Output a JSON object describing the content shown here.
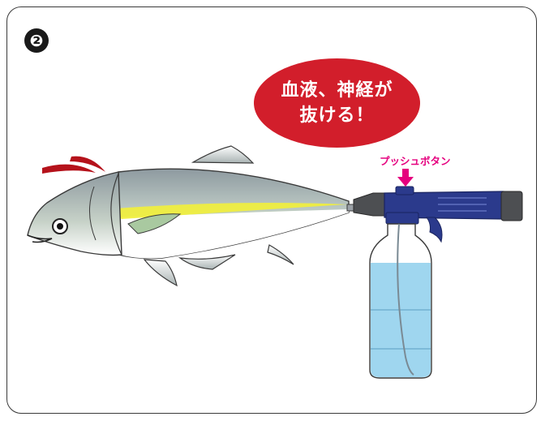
{
  "step": {
    "number": "❷"
  },
  "bubble": {
    "line1": "血液、神経が",
    "line2": "抜ける！"
  },
  "annotation": {
    "push_button": "プッシュボタン"
  },
  "colors": {
    "bubble_red": "#d21e2b",
    "label_magenta": "#e5007e",
    "gun_blue": "#2b3a8c",
    "water_blue": "#9fd6ef",
    "fish_yellow": "#f2ef3a",
    "fish_green": "#a9c9a0"
  }
}
